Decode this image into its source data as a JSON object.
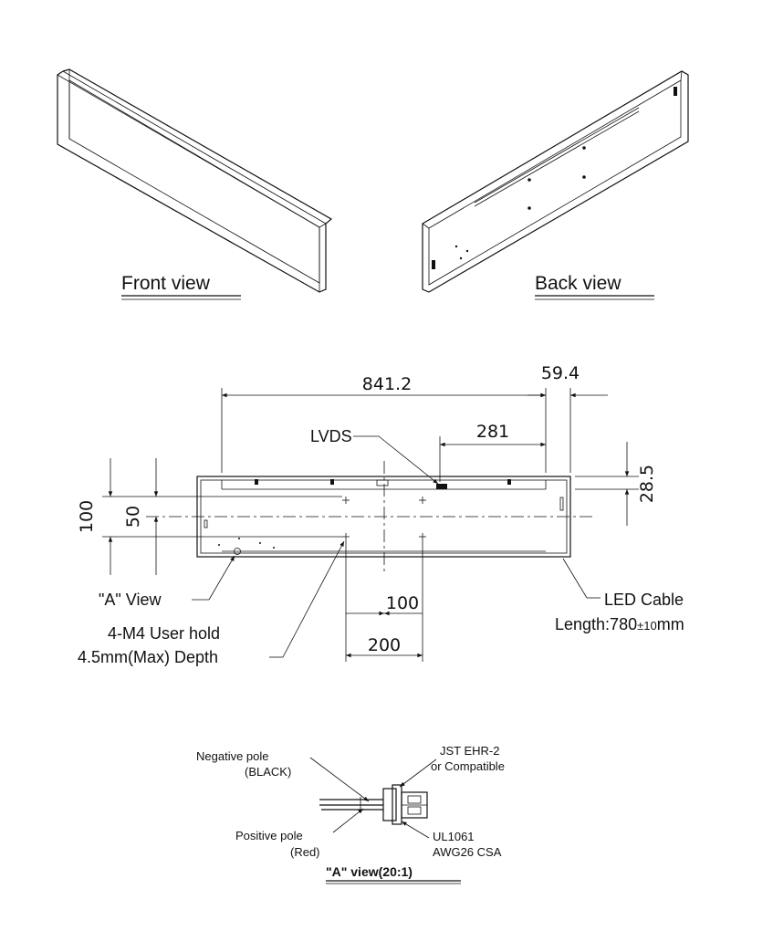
{
  "views": {
    "front_label": "Front view",
    "back_label": "Back view"
  },
  "dimensions": {
    "overall_length": "841.2",
    "end_offset": "59.4",
    "lvds_offset": "281",
    "top_offset": "28.5",
    "height_outer": "100",
    "height_inner": "50",
    "hole_pitch_small": "100",
    "hole_pitch_large": "200"
  },
  "callouts": {
    "lvds": "LVDS",
    "a_view": "\"A\" View",
    "user_hold_line1": "4-M4 User hold",
    "user_hold_line2": "4.5mm(Max) Depth",
    "led_cable_line1": "LED Cable",
    "led_cable_line2_prefix": "Length:780",
    "led_cable_tolerance": "±10",
    "led_cable_unit": "mm"
  },
  "detail": {
    "negative_line1": "Negative pole",
    "negative_line2": "(BLACK)",
    "positive_line1": "Positive pole",
    "positive_line2": "(Red)",
    "connector_line1": "JST EHR-2",
    "connector_line2": "or Compatible",
    "wire_line1": "UL1061",
    "wire_line2": "AWG26 CSA",
    "title": "\"A\" view(20:1)"
  }
}
